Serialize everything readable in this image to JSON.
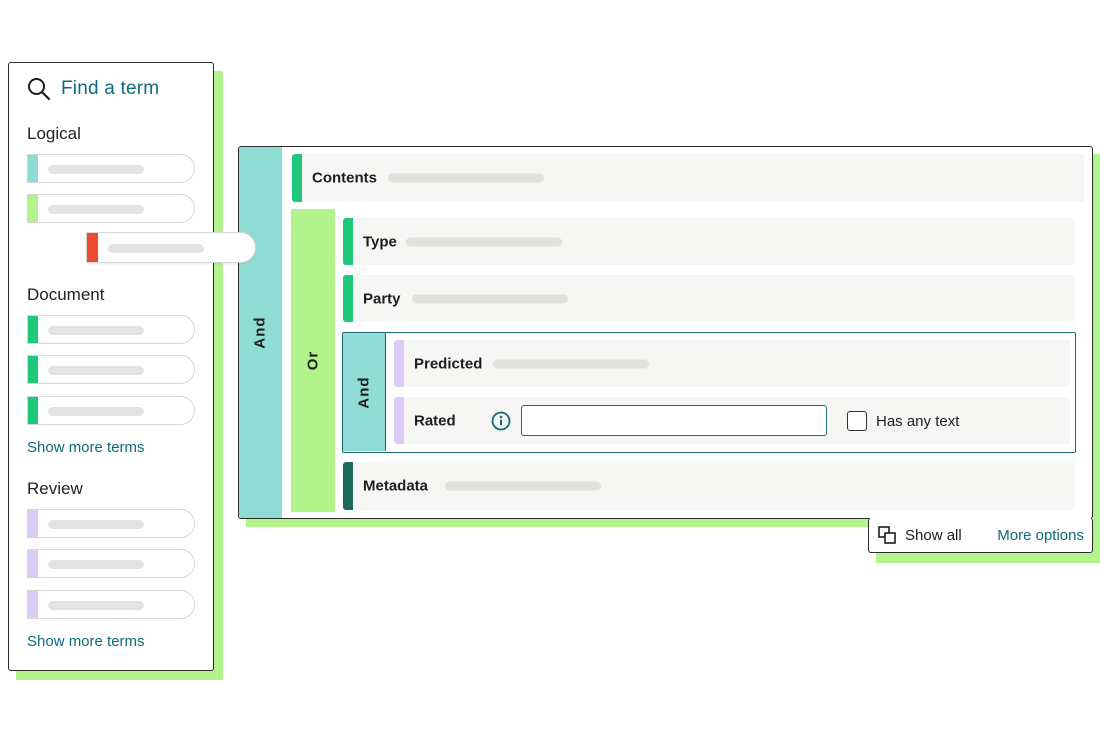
{
  "search": {
    "label": "Find a term",
    "icon": "search-icon"
  },
  "sidebar": {
    "sections": [
      {
        "title": "Logical",
        "items": [
          {
            "color": "#8edcd4"
          },
          {
            "color": "#b2f48b"
          }
        ]
      },
      {
        "title": "Document",
        "items": [
          {
            "color": "#1ec77a"
          },
          {
            "color": "#1ec77a"
          },
          {
            "color": "#1ec77a"
          }
        ],
        "show_more": "Show more terms"
      },
      {
        "title": "Review",
        "items": [
          {
            "color": "#dccbf5"
          },
          {
            "color": "#dccbf5"
          },
          {
            "color": "#dccbf5"
          }
        ],
        "show_more": "Show more terms"
      }
    ],
    "dragging_item": {
      "color": "#f04a2c"
    }
  },
  "builder": {
    "outer_operator": "And",
    "or_operator": "Or",
    "nested_operator": "And",
    "rows": {
      "contents": {
        "label": "Contents",
        "color": "#1ec77a"
      },
      "type": {
        "label": "Type",
        "color": "#1ec77a"
      },
      "party": {
        "label": "Party",
        "color": "#1ec77a"
      },
      "predicted": {
        "label": "Predicted",
        "color": "#dccbf5"
      },
      "rated": {
        "label": "Rated",
        "color": "#dccbf5",
        "input_value": "",
        "checkbox_label": "Has any text",
        "checked": false
      },
      "metadata": {
        "label": "Metadata",
        "color": "#1c6b5e"
      }
    },
    "colors": {
      "and": "#8edcd4",
      "or": "#b2f48b",
      "border": "#1c6a7b"
    }
  },
  "footer": {
    "show_all": "Show all",
    "more_options": "More options"
  }
}
